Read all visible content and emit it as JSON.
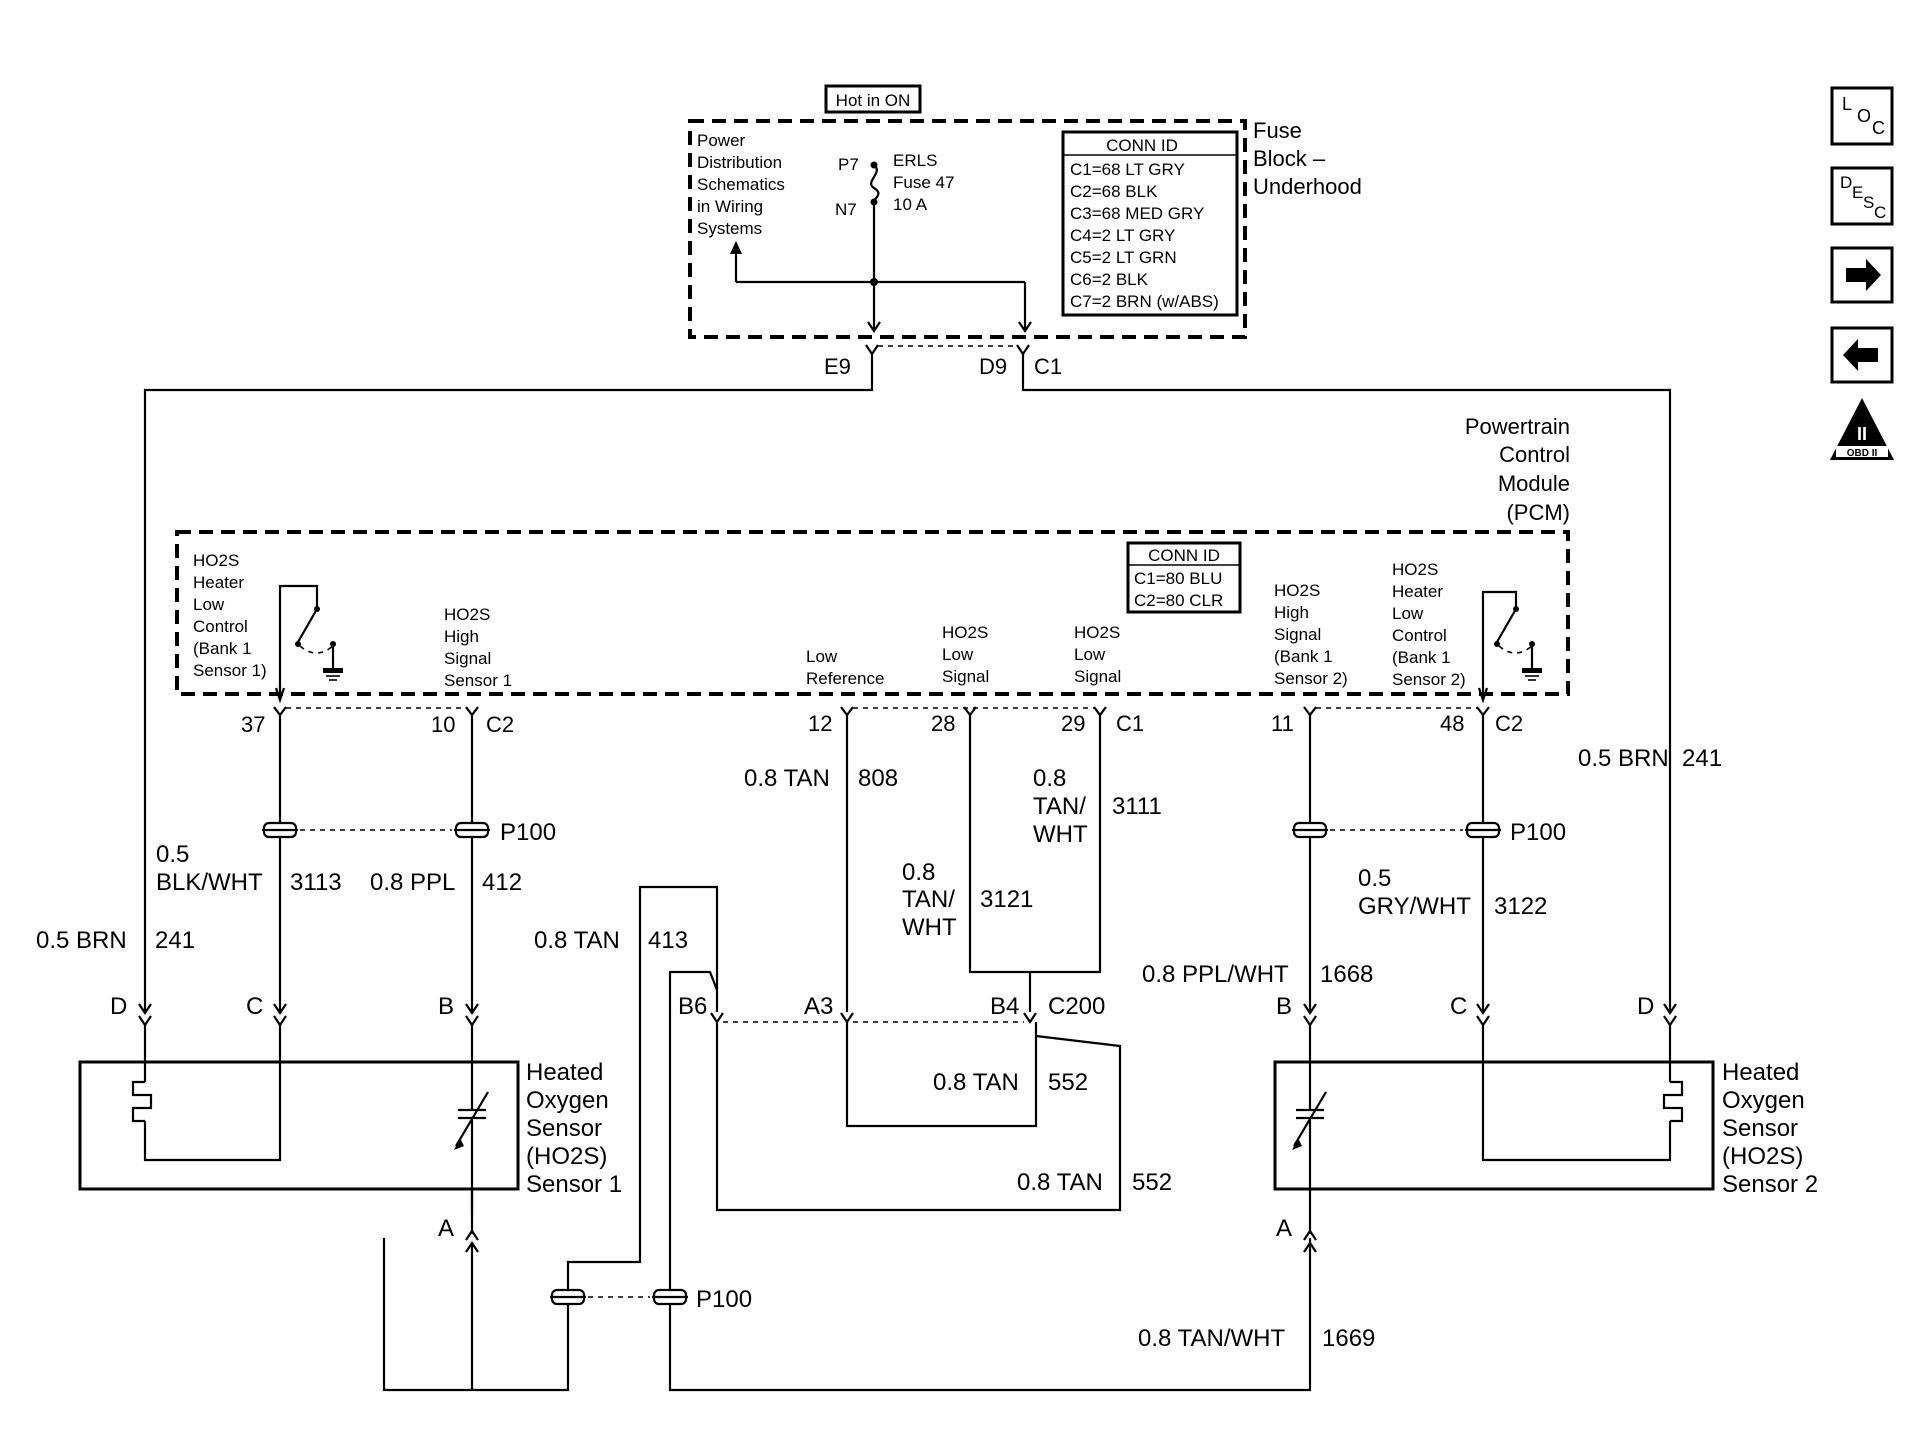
{
  "hot_in_on": "Hot in ON",
  "fuse_block": {
    "power_note": [
      "Power",
      "Distribution",
      "Schematics",
      "in Wiring",
      "Systems"
    ],
    "pin_p7": "P7",
    "pin_n7": "N7",
    "fuse": [
      "ERLS",
      "Fuse 47",
      "10 A"
    ],
    "conn_title": "CONN ID",
    "conn_items": [
      "C1=68 LT GRY",
      "C2=68 BLK",
      "C3=68 MED GRY",
      "C4=2 LT GRY",
      "C5=2 LT GRN",
      "C6=2 BLK",
      "C7=2 BRN (w/ABS)"
    ],
    "title": [
      "Fuse",
      "Block –",
      "Underhood"
    ],
    "e9": "E9",
    "d9": "D9",
    "c1": "C1"
  },
  "pcm": {
    "title": [
      "Powertrain",
      "Control",
      "Module",
      "(PCM)"
    ],
    "conn_title": "CONN ID",
    "conn_items": [
      "C1=80 BLU",
      "C2=80 CLR"
    ],
    "htr_low_1": [
      "HO2S",
      "Heater",
      "Low",
      "Control",
      "(Bank 1",
      "Sensor 1)"
    ],
    "high_sig_1": [
      "HO2S",
      "High",
      "Signal",
      "Sensor 1"
    ],
    "low_ref": [
      "Low",
      "Reference"
    ],
    "low_sig_a": [
      "HO2S",
      "Low",
      "Signal"
    ],
    "low_sig_b": [
      "HO2S",
      "Low",
      "Signal"
    ],
    "high_sig_2": [
      "HO2S",
      "High",
      "Signal",
      "(Bank 1",
      "Sensor 2)"
    ],
    "htr_low_2": [
      "HO2S",
      "Heater",
      "Low",
      "Control",
      "(Bank 1",
      "Sensor 2)"
    ],
    "pins": {
      "p37": "37",
      "p10": "10",
      "c2a": "C2",
      "p12": "12",
      "p28": "28",
      "p29": "29",
      "c1": "C1",
      "p11": "11",
      "p48": "48",
      "c2b": "C2"
    }
  },
  "wires": {
    "brn_left": "0.5 BRN",
    "brn_left_num": "241",
    "brn_right": "0.5 BRN",
    "brn_right_num": "241",
    "blkwht": [
      "0.5",
      "BLK/WHT"
    ],
    "blkwht_num": "3113",
    "ppl": "0.8 PPL",
    "ppl_num": "412",
    "tan808": "0.8 TAN",
    "tan808_num": "808",
    "tanwht3111": [
      "0.8",
      "TAN/",
      "WHT"
    ],
    "tanwht3111_num": "3111",
    "tanwht3121": [
      "0.8",
      "TAN/",
      "WHT"
    ],
    "tanwht3121_num": "3121",
    "tan413": "0.8 TAN",
    "tan413_num": "413",
    "tan552a": "0.8 TAN",
    "tan552a_num": "552",
    "tan552b": "0.8 TAN",
    "tan552b_num": "552",
    "grywht": [
      "0.5",
      "GRY/WHT"
    ],
    "grywht_num": "3122",
    "pplwht": "0.8 PPL/WHT",
    "pplwht_num": "1668",
    "tanwht1669": "0.8 TAN/WHT",
    "tanwht1669_num": "1669"
  },
  "splices": {
    "p100_a": "P100",
    "p100_b": "P100",
    "p100_c": "P100"
  },
  "c200": {
    "b6": "B6",
    "a3": "A3",
    "b4": "B4",
    "name": "C200"
  },
  "sensor1": {
    "title": [
      "Heated",
      "Oxygen",
      "Sensor",
      "(HO2S)",
      "Sensor 1"
    ],
    "d": "D",
    "c": "C",
    "b": "B",
    "a": "A"
  },
  "sensor2": {
    "title": [
      "Heated",
      "Oxygen",
      "Sensor",
      "(HO2S)",
      "Sensor 2"
    ],
    "b": "B",
    "c": "C",
    "d": "D",
    "a": "A"
  },
  "nav": {
    "loc": [
      "L",
      "O",
      "C"
    ],
    "desc": [
      "D",
      "E",
      "S",
      "C"
    ],
    "obd": [
      "II",
      "OBD II"
    ]
  }
}
